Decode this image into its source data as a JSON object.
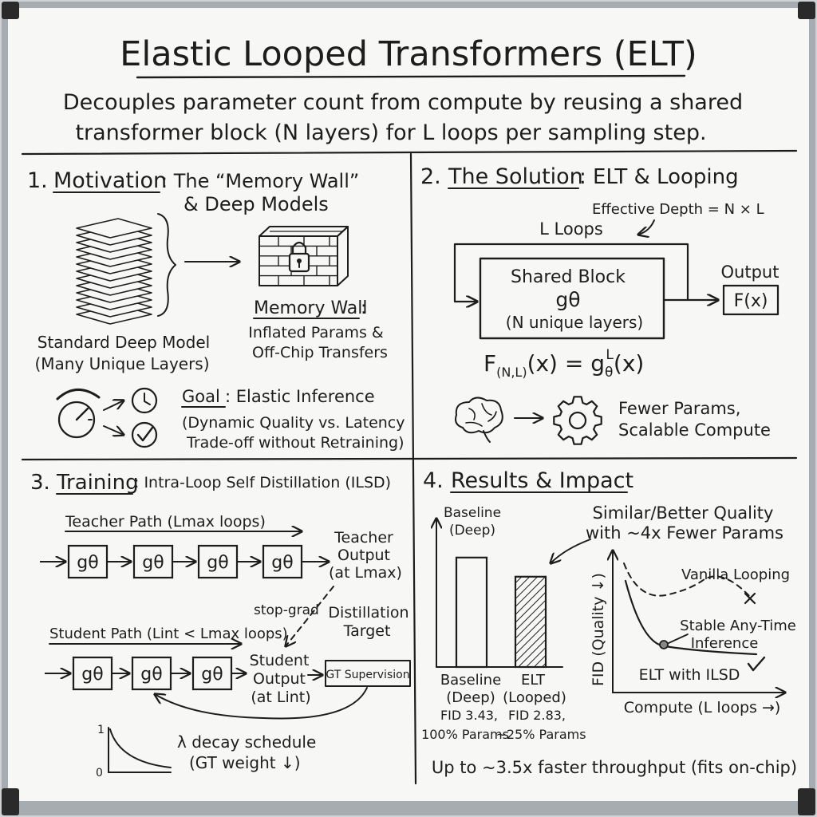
{
  "title": "Elastic Looped Transformers (ELT)",
  "subtitle": {
    "line1": "Decouples parameter count from compute by reusing a shared",
    "line2": "transformer block (N layers) for L loops per sampling step."
  },
  "section1": {
    "number": "1.",
    "heading": "Motivation",
    "heading_rest": ": The “Memory Wall”",
    "heading_line2": "& Deep Models",
    "model_label_1": "Standard Deep Model",
    "model_label_2": "(Many Unique Layers)",
    "wall_title": "Memory Wall",
    "wall_colon": ":",
    "wall_desc_1": "Inflated Params &",
    "wall_desc_2": "Off-Chip Transfers",
    "goal_title": "Goal",
    "goal_rest": ": Elastic Inference",
    "goal_desc_1": "(Dynamic Quality vs. Latency",
    "goal_desc_2": "Trade-off without Retraining)",
    "icons": [
      "layer-stack-icon",
      "brick-wall-icon",
      "padlock-icon",
      "gauge-icon",
      "clock-icon",
      "checkmark-circle-icon"
    ]
  },
  "section2": {
    "number": "2.",
    "heading": "The Solution",
    "heading_rest": ": ELT & Looping",
    "effective_depth": "Effective Depth = N × L",
    "loops_label": "L Loops",
    "block_line1": "Shared Block",
    "block_symbol": "gθ",
    "block_line3": "(N unique layers)",
    "output_label": "Output",
    "output_box": "F(x)",
    "formula_lhs": "F",
    "formula_sub": "(N,L)",
    "formula_mid": "(x) = g",
    "formula_sub2": "θ",
    "formula_sup": "L",
    "formula_end": "(x)",
    "benefit_1": "Fewer Params,",
    "benefit_2": "Scalable Compute",
    "icons": [
      "brain-icon",
      "gear-icon"
    ]
  },
  "section3": {
    "number": "3.",
    "heading": "Training",
    "heading_rest": ": Intra-Loop Self Distillation (ILSD)",
    "teacher_path": "Teacher Path (Lmax loops)",
    "block_symbol": "gθ",
    "teacher_out_1": "Teacher",
    "teacher_out_2": "Output",
    "teacher_out_3": "(at Lmax)",
    "stop_grad": "stop-grad",
    "distill_1": "Distillation",
    "distill_2": "Target",
    "student_path": "Student Path (Lint < Lmax loops)",
    "student_out_1": "Student",
    "student_out_2": "Output",
    "student_out_3": "(at Lint)",
    "gt_box": "GT Supervision",
    "lambda_1": "λ decay schedule",
    "lambda_2": "(GT weight ↓)",
    "axis_top": "1",
    "axis_bottom": "0"
  },
  "section4": {
    "number": "4.",
    "heading": "Results & Impact",
    "baseline_top_1": "Baseline",
    "baseline_top_2": "(Deep)",
    "quality_note_1": "Similar/Better Quality",
    "quality_note_2": "with ~4x Fewer Params",
    "bar1_label_1": "Baseline",
    "bar1_label_2": "(Deep)",
    "bar2_label_1": "ELT",
    "bar2_label_2": "(Looped)",
    "bar1_stat_1": "FID 3.43,",
    "bar1_stat_2": "100% Params",
    "bar2_stat_1": "FID 2.83,",
    "bar2_stat_2": "~25% Params",
    "curve_ylabel": "FID (Quality ↓)",
    "curve_xlabel": "Compute (L loops →)",
    "vanilla": "Vanilla Looping",
    "stable_1": "Stable Any-Time",
    "stable_2": "Inference",
    "elt_ilsd": "ELT with ILSD",
    "footer": "Up to ~3.5x faster throughput (fits on-chip)"
  },
  "chart_data": {
    "type": "bar",
    "categories": [
      "Baseline (Deep)",
      "ELT (Looped)"
    ],
    "values": [
      3.43,
      2.83
    ],
    "params_percent": [
      100,
      25
    ],
    "ylim": [
      0,
      4.4
    ],
    "xlabel": "",
    "ylabel": ""
  },
  "colors": {
    "ink": "#1d1d1d",
    "board": "#f7f7f5",
    "frame": "#9ea3a7"
  }
}
